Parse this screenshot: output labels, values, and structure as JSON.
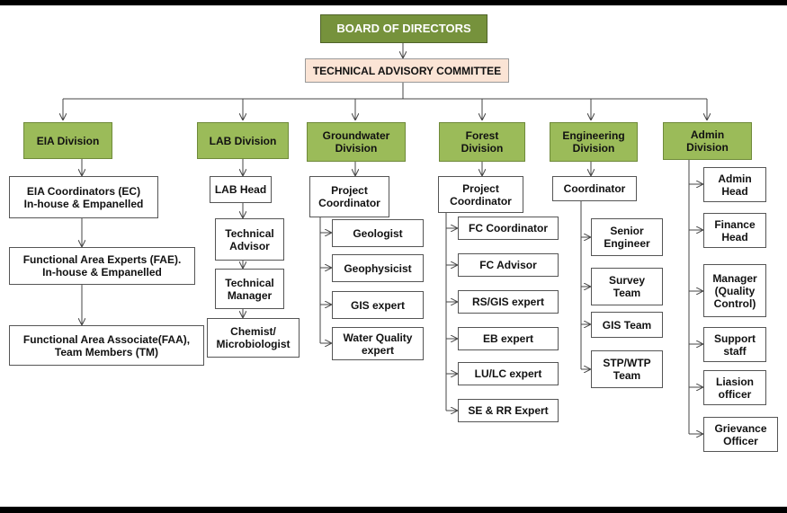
{
  "board": "BOARD OF DIRECTORS",
  "committee": "TECHNICAL ADVISORY COMMITTEE",
  "divisions": {
    "eia": {
      "title": "EIA Division",
      "items": [
        "EIA Coordinators (EC)\nIn-house & Empanelled",
        "Functional Area Experts (FAE).\nIn-house & Empanelled",
        "Functional Area Associate(FAA),\nTeam Members (TM)"
      ]
    },
    "lab": {
      "title": "LAB Division",
      "items": [
        "LAB Head",
        "Technical\nAdvisor",
        "Technical\nManager",
        "Chemist/\nMicrobiologist"
      ]
    },
    "groundwater": {
      "title": "Groundwater\nDivision",
      "head": "Project\nCoordinator",
      "items": [
        "Geologist",
        "Geophysicist",
        "GIS expert",
        "Water Quality\nexpert"
      ]
    },
    "forest": {
      "title": "Forest\nDivision",
      "head": "Project\nCoordinator",
      "items": [
        "FC Coordinator",
        "FC Advisor",
        "RS/GIS expert",
        "EB expert",
        "LU/LC expert",
        "SE & RR Expert"
      ]
    },
    "engineering": {
      "title": "Engineering\nDivision",
      "head": "Coordinator",
      "items": [
        "Senior\nEngineer",
        "Survey\nTeam",
        "GIS Team",
        "STP/WTP\nTeam"
      ]
    },
    "admin": {
      "title": "Admin\nDivision",
      "items": [
        "Admin\nHead",
        "Finance\nHead",
        "Manager\n(Quality\nControl)",
        "Support\nstaff",
        "Liasion\nofficer",
        "Grievance\nOfficer"
      ]
    }
  }
}
